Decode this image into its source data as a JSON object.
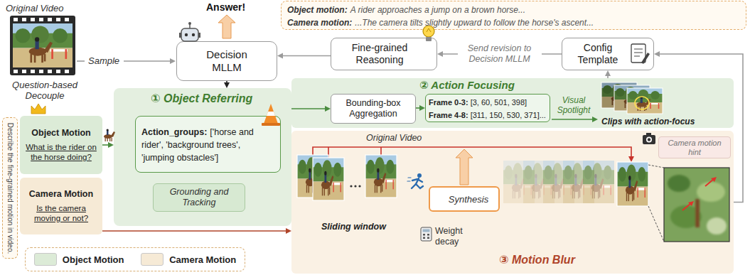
{
  "diagram": {
    "nodes": [
      {
        "text": [
          "Decision MLLM"
        ]
      },
      {
        "text": [
          "Object motion:",
          "A rider approaches a jump on a brown horse...",
          "Camera motion:",
          "...The camera tilts slightly upward to follow the horse's ascent..."
        ]
      },
      {
        "text": [
          "Fine-grained Reasoning"
        ]
      },
      {
        "text": [
          "Config Template"
        ]
      },
      {
        "text": [
          "Describe the fine-grained motion in video."
        ]
      },
      {
        "text": [
          "Object Motion",
          "What is the rider on the horse doing?"
        ]
      },
      {
        "text": [
          "Camera Motion",
          "Is the camera moving or not?"
        ]
      },
      {
        "text": [
          "① Object Referring"
        ]
      },
      {
        "text": [
          "Action_groups:",
          "['horse and rider', 'background trees', 'jumping obstacles']"
        ],
        "in": 7
      },
      {
        "text": [
          "Grounding and Tracking"
        ],
        "in": 7
      },
      {
        "text": [
          "② Action Focusing"
        ]
      },
      {
        "text": [
          "Bounding-box Aggregation"
        ],
        "in": 10
      },
      {
        "text": [
          "Frame 0-3:",
          "[3, 60, 501, 398]",
          "Frame 4-8:",
          "[311, 150, 530, 371]..."
        ],
        "in": 10
      },
      {
        "text": [
          "③ Motion Blur"
        ]
      },
      {
        "text": [
          "Synthesis"
        ],
        "in": 13
      },
      {
        "text": [
          "Camera motion hint"
        ],
        "in": 13
      }
    ],
    "edges": [
      {
        "from": 0,
        "to": 7,
        "arrow": "to"
      },
      {
        "from": 2,
        "to": 0,
        "arrow": "to"
      },
      {
        "from": 3,
        "to": 2,
        "label": "Send revision to Decision MLLM",
        "arrow": "to"
      },
      {
        "from": 5,
        "to": 7,
        "arrow": "to"
      },
      {
        "from": 6,
        "to": 13,
        "arrow": "to"
      },
      {
        "from": 7,
        "to": 11,
        "arrow": "to"
      },
      {
        "from": 11,
        "to": 12,
        "arrow": "to"
      },
      {
        "from": 13,
        "to": 3,
        "arrow": "to"
      },
      {
        "from": 10,
        "to": 3,
        "arrow": "to"
      }
    ],
    "labels": [
      "Original Video",
      "Sample",
      "Answer!",
      "Question-based Decouple",
      "Visual Spotlight",
      "Clips with action-focus",
      "Original Video",
      "Sliding window",
      "Weight decay"
    ],
    "legend": [
      {
        "text": "Object Motion",
        "color": "#dcebd7"
      },
      {
        "text": "Camera Motion",
        "color": "#f6ead6"
      }
    ]
  }
}
